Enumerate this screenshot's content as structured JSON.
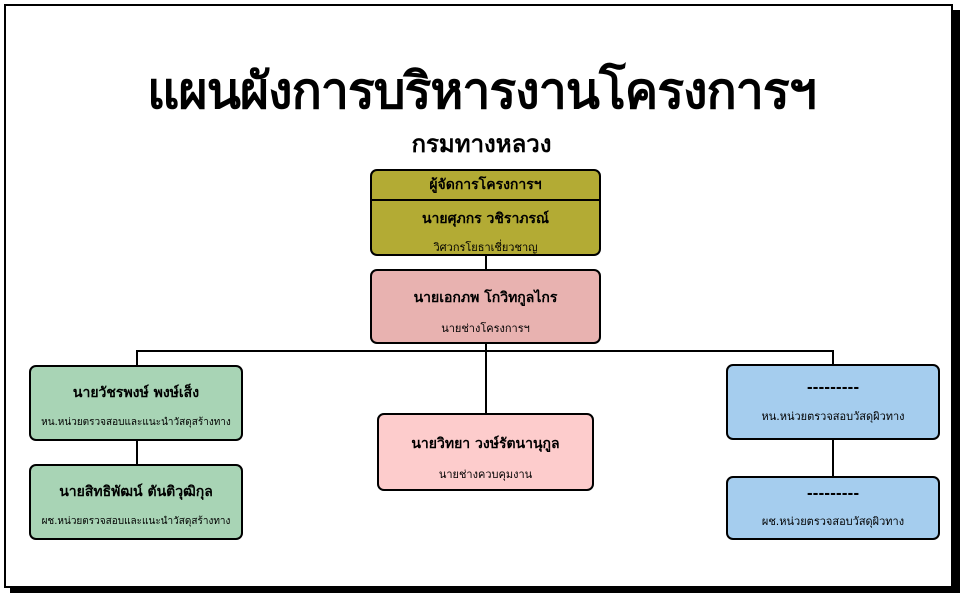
{
  "title": "แผนผังการบริหารงานโครงการฯ",
  "subtitle": "กรมทางหลวง",
  "colors": {
    "olive": "#b3ab34",
    "salmon": "#e8b2b0",
    "pink": "#fdcccc",
    "green": "#a8d4b5",
    "blue": "#a5cdee"
  },
  "nodes": {
    "project_manager": {
      "header": "ผู้จัดการโครงการฯ",
      "name": "นายศุภกร วชิราภรณ์",
      "role": "วิศวกรโยธาเชี่ยวชาญ"
    },
    "project_engineer": {
      "name": "นายเอกภพ  โกวิทกูลไกร",
      "role": "นายช่างโครงการฯ"
    },
    "left_top": {
      "name": "นายวัชรพงษ์  พงษ์เส็ง",
      "role": "หน.หน่วยตรวจสอบและแนะนำวัสดุสร้างทาง"
    },
    "left_bottom": {
      "name": "นายสิทธิพัฒน์  ตันติวุฒิกุล",
      "role": "ผช.หน่วยตรวจสอบและแนะนำวัสดุสร้างทาง"
    },
    "center": {
      "name": "นายวิทยา วงษ์รัตนานุกูล",
      "role": "นายช่างควบคุมงาน"
    },
    "right_top": {
      "name": "---------",
      "role": "หน.หน่วยตรวจสอบวัสดุผิวทาง"
    },
    "right_bottom": {
      "name": "---------",
      "role": "ผช.หน่วยตรวจสอบวัสดุผิวทาง"
    }
  }
}
